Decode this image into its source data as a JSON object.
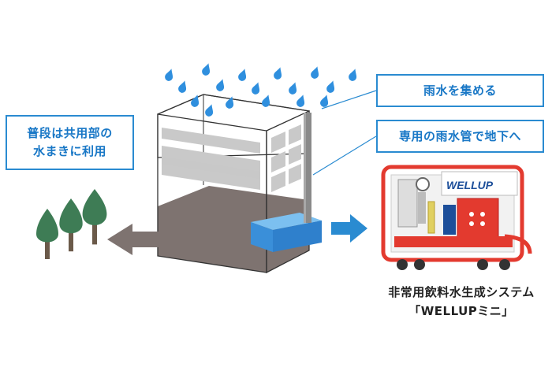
{
  "callouts": {
    "daily_use_line1": "普段は共用部の",
    "daily_use_line2": "水まきに利用",
    "collect_rain": "雨水を集める",
    "pipe_underground": "専用の雨水管で地下へ"
  },
  "product": {
    "caption_line1": "非常用飲料水生成システム",
    "caption_line2": "「WELLUPミニ」",
    "brand_logo": "WELLUP"
  },
  "colors": {
    "accent_blue": "#1877c6",
    "callout_border": "#2a8bd1",
    "water_tank": "#3a8fd9",
    "rain_drop": "#2f8fde",
    "ground": "#7e7370",
    "arrow_gray": "#7e7370",
    "tree_green": "#3e7c55",
    "machine_red": "#e33a2f"
  },
  "icons": [
    "rain-drop-icon",
    "tree-icon",
    "arrow-left-icon",
    "arrow-right-icon"
  ]
}
